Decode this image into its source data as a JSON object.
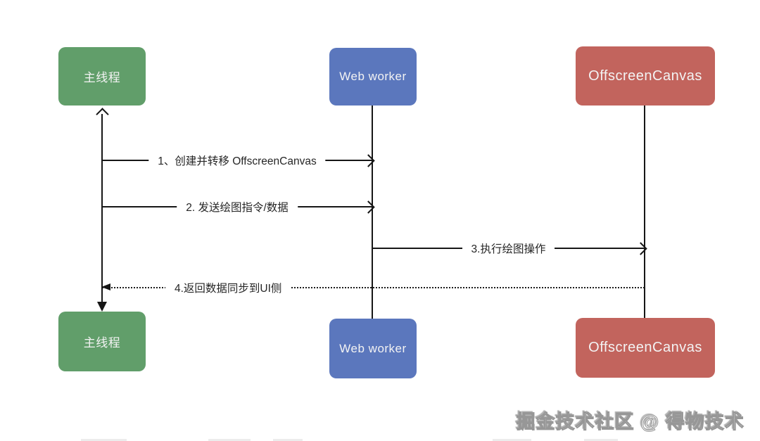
{
  "diagram": {
    "type": "sequence",
    "background": "#ffffff",
    "line_color": "#161616",
    "actors": [
      {
        "id": "main-thread",
        "label": "主线程",
        "color": "#619e6a",
        "text_color": "#f3f3f3"
      },
      {
        "id": "web-worker",
        "label": "Web worker",
        "color": "#5b77bd",
        "text_color": "#f3f3f3"
      },
      {
        "id": "offscreen-canvas",
        "label": "OffscreenCanvas",
        "color": "#c2645d",
        "text_color": "#f3f3f3"
      }
    ],
    "messages": [
      {
        "seq": 1,
        "label": "1、创建并转移 OffscreenCanvas",
        "from": "main-thread",
        "to": "web-worker",
        "line_style": "solid",
        "arrowhead": "open-right"
      },
      {
        "seq": 2,
        "label": "2. 发送绘图指令/数据",
        "from": "main-thread",
        "to": "web-worker",
        "line_style": "solid",
        "arrowhead": "open-right"
      },
      {
        "seq": 3,
        "label": "3.执行绘图操作",
        "from": "web-worker",
        "to": "offscreen-canvas",
        "line_style": "solid",
        "arrowhead": "open-right"
      },
      {
        "seq": 4,
        "label": "4.返回数据同步到UI侧",
        "from": "offscreen-canvas",
        "to": "main-thread",
        "line_style": "dotted",
        "arrowhead": "solid-left"
      }
    ]
  },
  "watermark": {
    "text": "掘金技术社区 @ 得物技术"
  }
}
